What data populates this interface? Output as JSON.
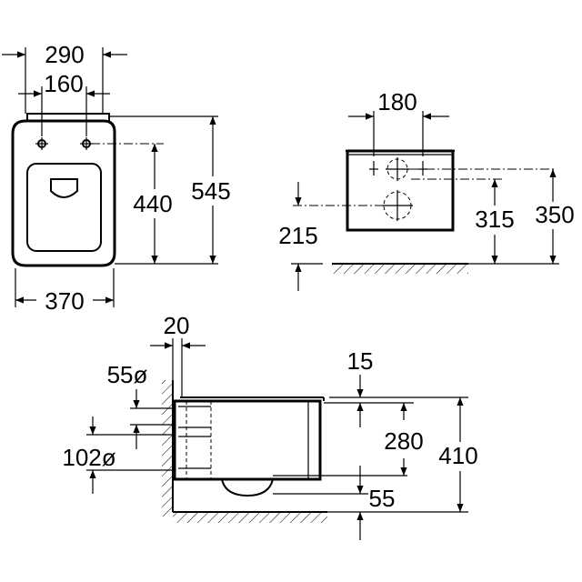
{
  "dimensions": {
    "top_view_width": "290",
    "top_view_fixing_spacing": "160",
    "top_view_fixing_to_front": "440",
    "top_view_depth": "545",
    "top_view_bowl_width": "370",
    "rear_view_fixing_spacing": "180",
    "rear_view_floor_to_outlet": "215",
    "rear_view_floor_to_inlet": "315",
    "rear_view_floor_to_fixing": "350",
    "side_view_wall_offset": "20",
    "side_view_inlet_diameter": "55ø",
    "side_view_outlet_diameter": "102ø",
    "side_view_rim_thickness": "15",
    "side_view_inlet_height": "280",
    "side_view_total_height": "410",
    "side_view_outlet_drop": "55"
  }
}
